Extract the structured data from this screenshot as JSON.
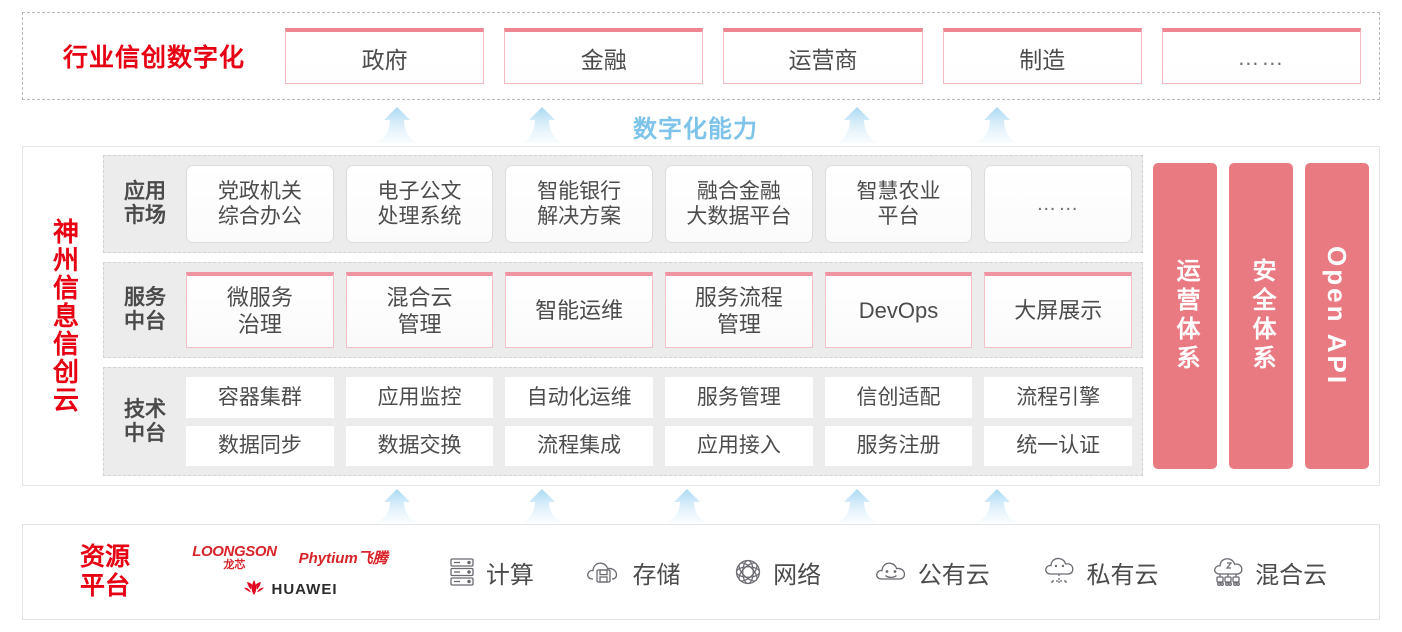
{
  "industry": {
    "title": "行业信创数字化",
    "cards": [
      {
        "label": "政府"
      },
      {
        "label": "金融"
      },
      {
        "label": "运营商"
      },
      {
        "label": "制造"
      },
      {
        "label": "……"
      }
    ]
  },
  "capability": {
    "label": "数字化能力",
    "arrow_color": "#b9dff4",
    "upper_arrow_count": 4,
    "lower_arrow_count": 5
  },
  "cloud": {
    "title": "神州信息信创云",
    "title_chars": [
      "神",
      "州",
      "信",
      "息",
      "信",
      "创",
      "云"
    ],
    "rows": [
      {
        "label": "应用\n市场",
        "label_lines": [
          "应用",
          "市场"
        ],
        "cells": [
          {
            "lines": [
              "党政机关",
              "综合办公"
            ]
          },
          {
            "lines": [
              "电子公文",
              "处理系统"
            ]
          },
          {
            "lines": [
              "智能银行",
              "解决方案"
            ]
          },
          {
            "lines": [
              "融合金融",
              "大数据平台"
            ]
          },
          {
            "lines": [
              "智慧农业",
              "平台"
            ]
          },
          {
            "lines": [
              "……"
            ],
            "dots": true
          }
        ]
      },
      {
        "label_lines": [
          "服务",
          "中台"
        ],
        "cells": [
          {
            "lines": [
              "微服务",
              "治理"
            ]
          },
          {
            "lines": [
              "混合云",
              "管理"
            ]
          },
          {
            "lines": [
              "智能运维"
            ]
          },
          {
            "lines": [
              "服务流程",
              "管理"
            ]
          },
          {
            "lines": [
              "DevOps"
            ]
          },
          {
            "lines": [
              "大屏展示"
            ]
          }
        ]
      },
      {
        "label_lines": [
          "技术",
          "中台"
        ],
        "grid": [
          [
            "容器集群",
            "应用监控",
            "自动化运维",
            "服务管理",
            "信创适配",
            "流程引擎"
          ],
          [
            "数据同步",
            "数据交换",
            "流程集成",
            "应用接入",
            "服务注册",
            "统一认证"
          ]
        ]
      }
    ],
    "pillars": [
      {
        "label": "运营体系",
        "vertical": "cjk"
      },
      {
        "label": "安全体系",
        "vertical": "cjk"
      },
      {
        "label": "Open API",
        "vertical": "latin"
      }
    ],
    "pillar_color": "#ea7a82"
  },
  "resource": {
    "title_lines": [
      "资源",
      "平台"
    ],
    "vendors": [
      {
        "name": "LOONGSON",
        "sub": "龙芯"
      },
      {
        "name": "Phytium飞腾"
      },
      {
        "name": "HUAWEI"
      }
    ],
    "items": [
      {
        "label": "计算",
        "icon": "server-icon"
      },
      {
        "label": "存储",
        "icon": "cloud-storage-icon"
      },
      {
        "label": "网络",
        "icon": "network-icon"
      },
      {
        "label": "公有云",
        "icon": "public-cloud-icon"
      },
      {
        "label": "私有云",
        "icon": "private-cloud-icon"
      },
      {
        "label": "混合云",
        "icon": "hybrid-cloud-icon"
      }
    ]
  },
  "colors": {
    "brand_red": "#e60012",
    "pink": "#ea7a82",
    "arrow_blue": "#b9dff4",
    "panel_gray": "#ececec"
  }
}
